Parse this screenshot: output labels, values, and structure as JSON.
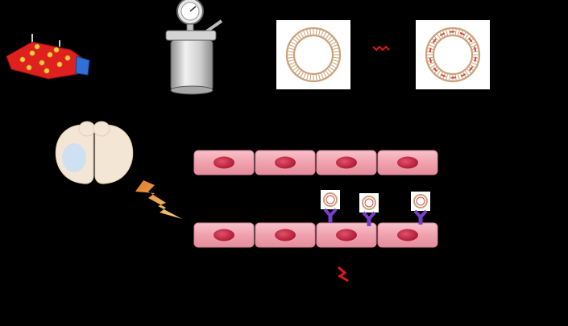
{
  "figure": {
    "background": "#000000",
    "colors": {
      "flask_red": "#e0201f",
      "flask_cap": "#2f6fd6",
      "vessel_gray": "#c9c9c9",
      "vesicle_tan": "#c9a27a",
      "vesicle_red": "#d9463e",
      "cell_pink": "#f2a4b0",
      "nucleus": "#c8223e",
      "receptor_purple": "#7a3fc7",
      "brain_beige": "#f4e6d4",
      "brain_lesion": "#cfe0f2",
      "bolt_orange": "#f0a030",
      "arrow_red": "#e01818"
    },
    "panels": [
      {
        "name": "cell-culture-flask",
        "icon": "culture-flask-icon"
      },
      {
        "name": "pressure-extraction-vessel",
        "icon": "pressure-vessel-icon"
      },
      {
        "name": "plain-vesicle",
        "icon": "vesicle-plain-icon"
      },
      {
        "name": "decorated-vesicle",
        "icon": "vesicle-decorated-icon"
      },
      {
        "name": "injured-brain",
        "icon": "brain-icon"
      },
      {
        "name": "injury-signal",
        "icon": "lightning-icon"
      },
      {
        "name": "endothelium-cells",
        "icon": "endothelial-cell-icon"
      },
      {
        "name": "receptor-vesicles",
        "icon": "receptor-icon"
      }
    ]
  }
}
